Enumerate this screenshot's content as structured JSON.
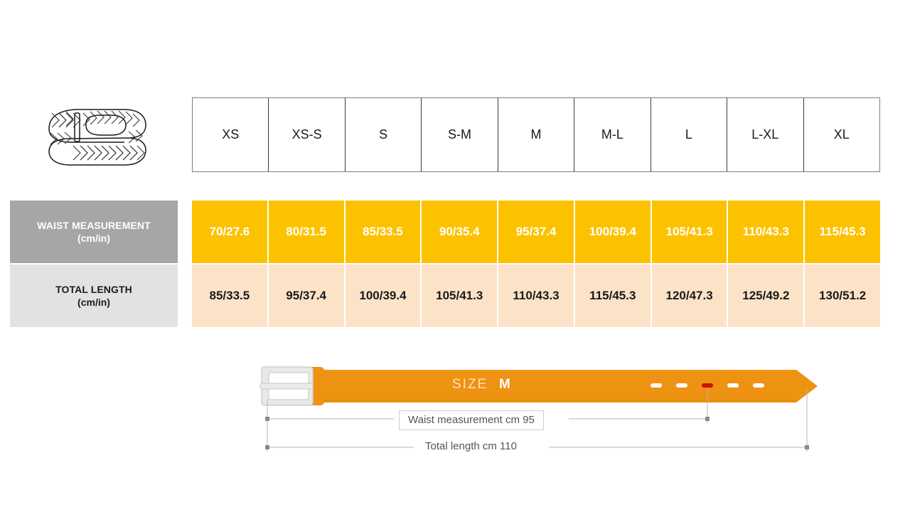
{
  "product": {
    "icon": "braided-belt-illustration"
  },
  "size_table": {
    "sizes": [
      "XS",
      "XS-S",
      "S",
      "S-M",
      "M",
      "M-L",
      "L",
      "L-XL",
      "XL"
    ],
    "rows": [
      {
        "label_line1": "WAIST MEASUREMENT",
        "label_line2": "(cm/in)",
        "values": [
          "70/27.6",
          "80/31.5",
          "85/33.5",
          "90/35.4",
          "95/37.4",
          "100/39.4",
          "105/41.3",
          "110/43.3",
          "115/45.3"
        ]
      },
      {
        "label_line1": "TOTAL LENGTH",
        "label_line2": "(cm/in)",
        "values": [
          "85/33.5",
          "95/37.4",
          "100/39.4",
          "105/41.3",
          "110/43.3",
          "115/45.3",
          "120/47.3",
          "125/49.2",
          "130/51.2"
        ]
      }
    ]
  },
  "belt_diagram": {
    "size_label": "SIZE",
    "size_value": "M",
    "waist_dimension": "Waist measurement cm 95",
    "total_dimension": "Total length cm 110",
    "holes_count": 5,
    "highlighted_hole_index": 3
  },
  "colors": {
    "waist_row_bg": "#fcc200",
    "length_row_bg": "#fce3c8",
    "waist_label_bg": "#a6a6a6",
    "length_label_bg": "#e2e2e2",
    "belt_orange": "#ee9211",
    "highlight_hole": "#cc1100",
    "buckle_gray": "#d9d9d9",
    "dimension_line": "#b0b0b0"
  }
}
